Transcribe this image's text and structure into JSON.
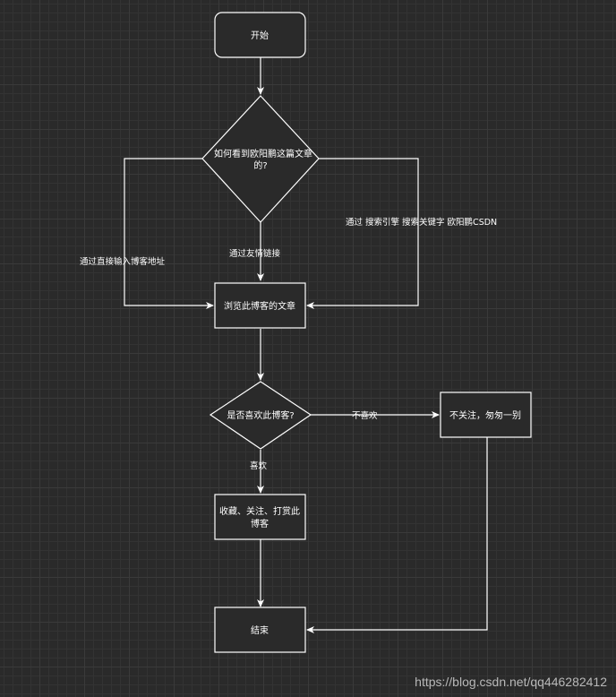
{
  "diagram": {
    "nodes": {
      "start": "开始",
      "decision_source_line1": "如何看到欧阳鹏这篇文章",
      "decision_source_line2": "的?",
      "browse": "浏览此博客的文章",
      "decision_like": "是否喜欢此博客?",
      "not_follow": "不关注，匆匆一别",
      "collect_line1": "收藏、关注、打赏此",
      "collect_line2": "博客",
      "end": "结束"
    },
    "edges": {
      "direct_input": "通过直接输入博客地址",
      "friend_link": "通过友情链接",
      "search_engine": "通过 搜索引擎 搜索关键字  欧阳鹏CSDN",
      "dislike": "不喜欢",
      "like": "喜欢"
    }
  },
  "watermark": "https://blog.csdn.net/qq446282412",
  "colors": {
    "background": "#2a2a2a",
    "node_fill": "#2a2a2a",
    "stroke": "#ffffff",
    "text": "#ffffff"
  }
}
